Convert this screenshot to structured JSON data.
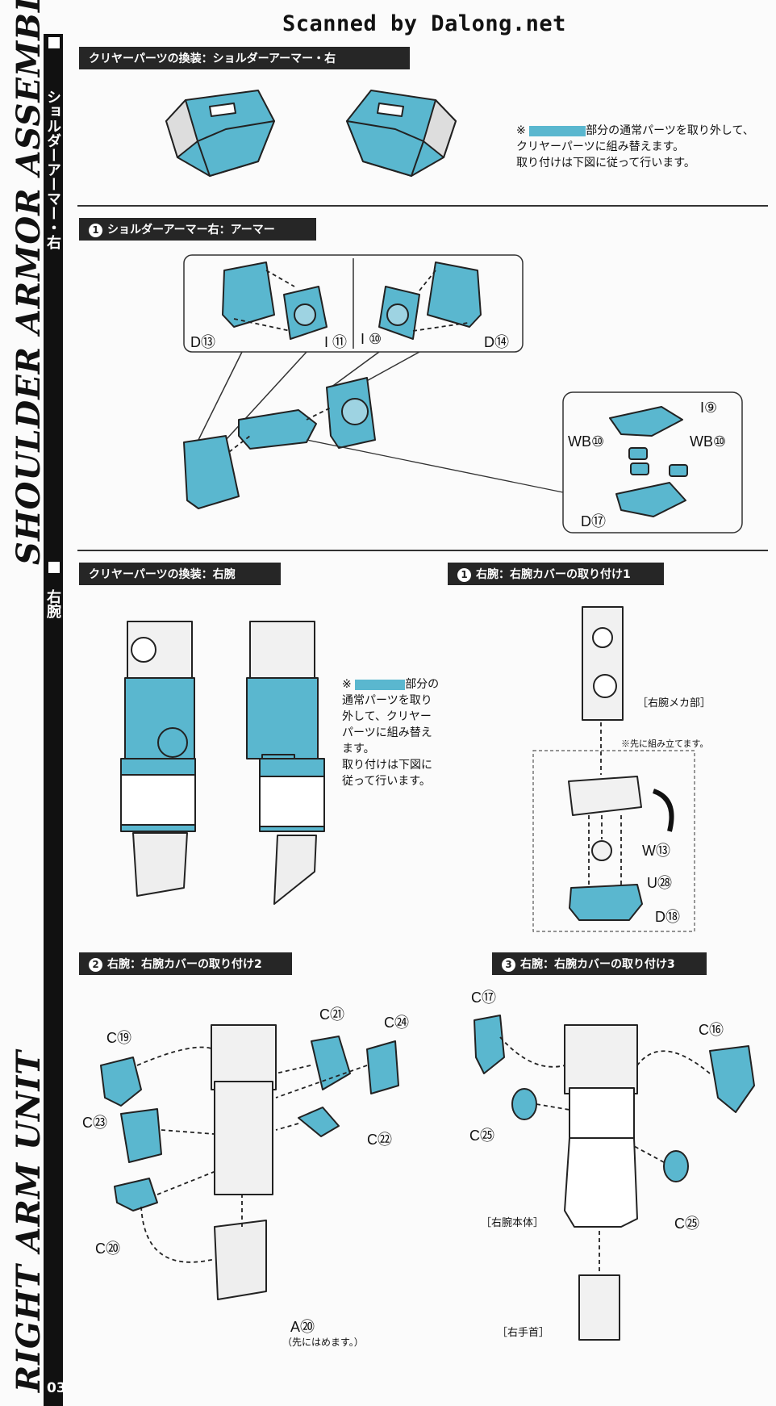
{
  "header": {
    "scan_credit": "Scanned by Dalong.net"
  },
  "sidebar": {
    "title_shoulder": "SHOULDER ARMOR ASSEMBLE",
    "title_arm": "RIGHT ARM UNIT",
    "jp_shoulder": "ショルダーアーマー・右",
    "jp_arm": "右腕",
    "page_number": "03"
  },
  "section1": {
    "heading": "クリヤーパーツの換装：ショルダーアーマー・右",
    "note_prefix": "※",
    "note_line1": "部分の通常パーツを取り外して、",
    "note_line2": "クリヤーパーツに組み替えます。",
    "note_line3": "取り付けは下図に従って行います。"
  },
  "step1_shoulder": {
    "num": "1",
    "heading": "ショルダーアーマー右：アーマー",
    "labels": [
      "D⑬",
      "I ⑪",
      "I ⑩",
      "D⑭",
      "I⑨",
      "WB⑩",
      "WB⑩",
      "D⑰"
    ]
  },
  "section2": {
    "heading": "クリヤーパーツの換装：右腕",
    "note_prefix": "※",
    "note_line1": "部分の",
    "note_line2": "通常パーツを取り",
    "note_line3": "外して、クリヤー",
    "note_line4": "パーツに組み替え",
    "note_line5": "ます。",
    "note_line6": "取り付けは下図に",
    "note_line7": "従って行います。"
  },
  "step1_arm": {
    "num": "1",
    "heading": "右腕：右腕カバーの取り付け1",
    "mecha_label": "［右腕メカ部］",
    "pre_note": "※先に組み立てます。",
    "labels": [
      "W⑬",
      "U㉘",
      "D⑱"
    ]
  },
  "step2_arm": {
    "num": "2",
    "heading": "右腕：右腕カバーの取り付け2",
    "labels": [
      "C⑲",
      "C㉑",
      "C㉔",
      "C㉓",
      "C㉒",
      "C⑳",
      "A⑳"
    ],
    "a_note": "（先にはめます。）"
  },
  "step3_arm": {
    "num": "3",
    "heading": "右腕：右腕カバーの取り付け3",
    "labels": [
      "C⑰",
      "C⑯",
      "C㉕",
      "C㉕"
    ],
    "body_label": "［右腕本体］",
    "hand_label": "［右手首］"
  },
  "colors": {
    "clear_part": "#5ab7cf",
    "line": "#222222",
    "bar": "#111111"
  }
}
